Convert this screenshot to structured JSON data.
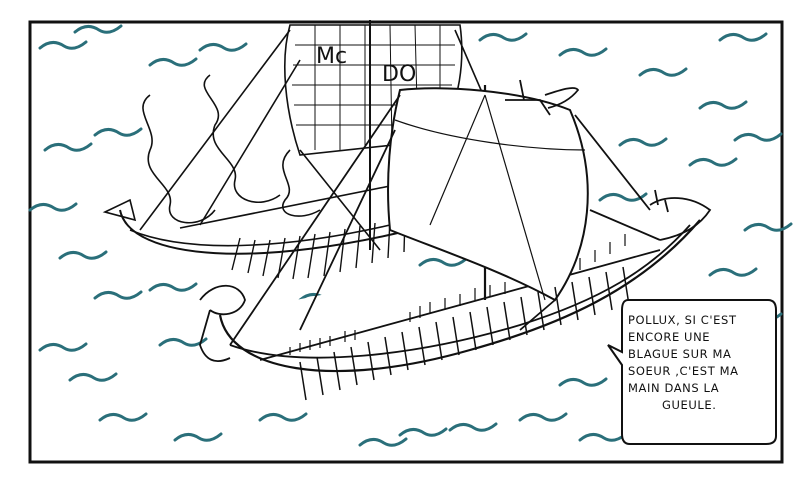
{
  "speech_bubble": {
    "lines": [
      "POLLUX, SI C'EST",
      "ENCORE UNE",
      "BLAGUE SUR MA",
      "SOEUR ,C'EST MA",
      "MAIN DANS LA",
      "GUEULE."
    ]
  },
  "sail_letters": {
    "left": "Mc",
    "right": "DO"
  },
  "colors": {
    "wave": "#2a6f7a",
    "ink": "#111111",
    "paper": "#ffffff"
  }
}
